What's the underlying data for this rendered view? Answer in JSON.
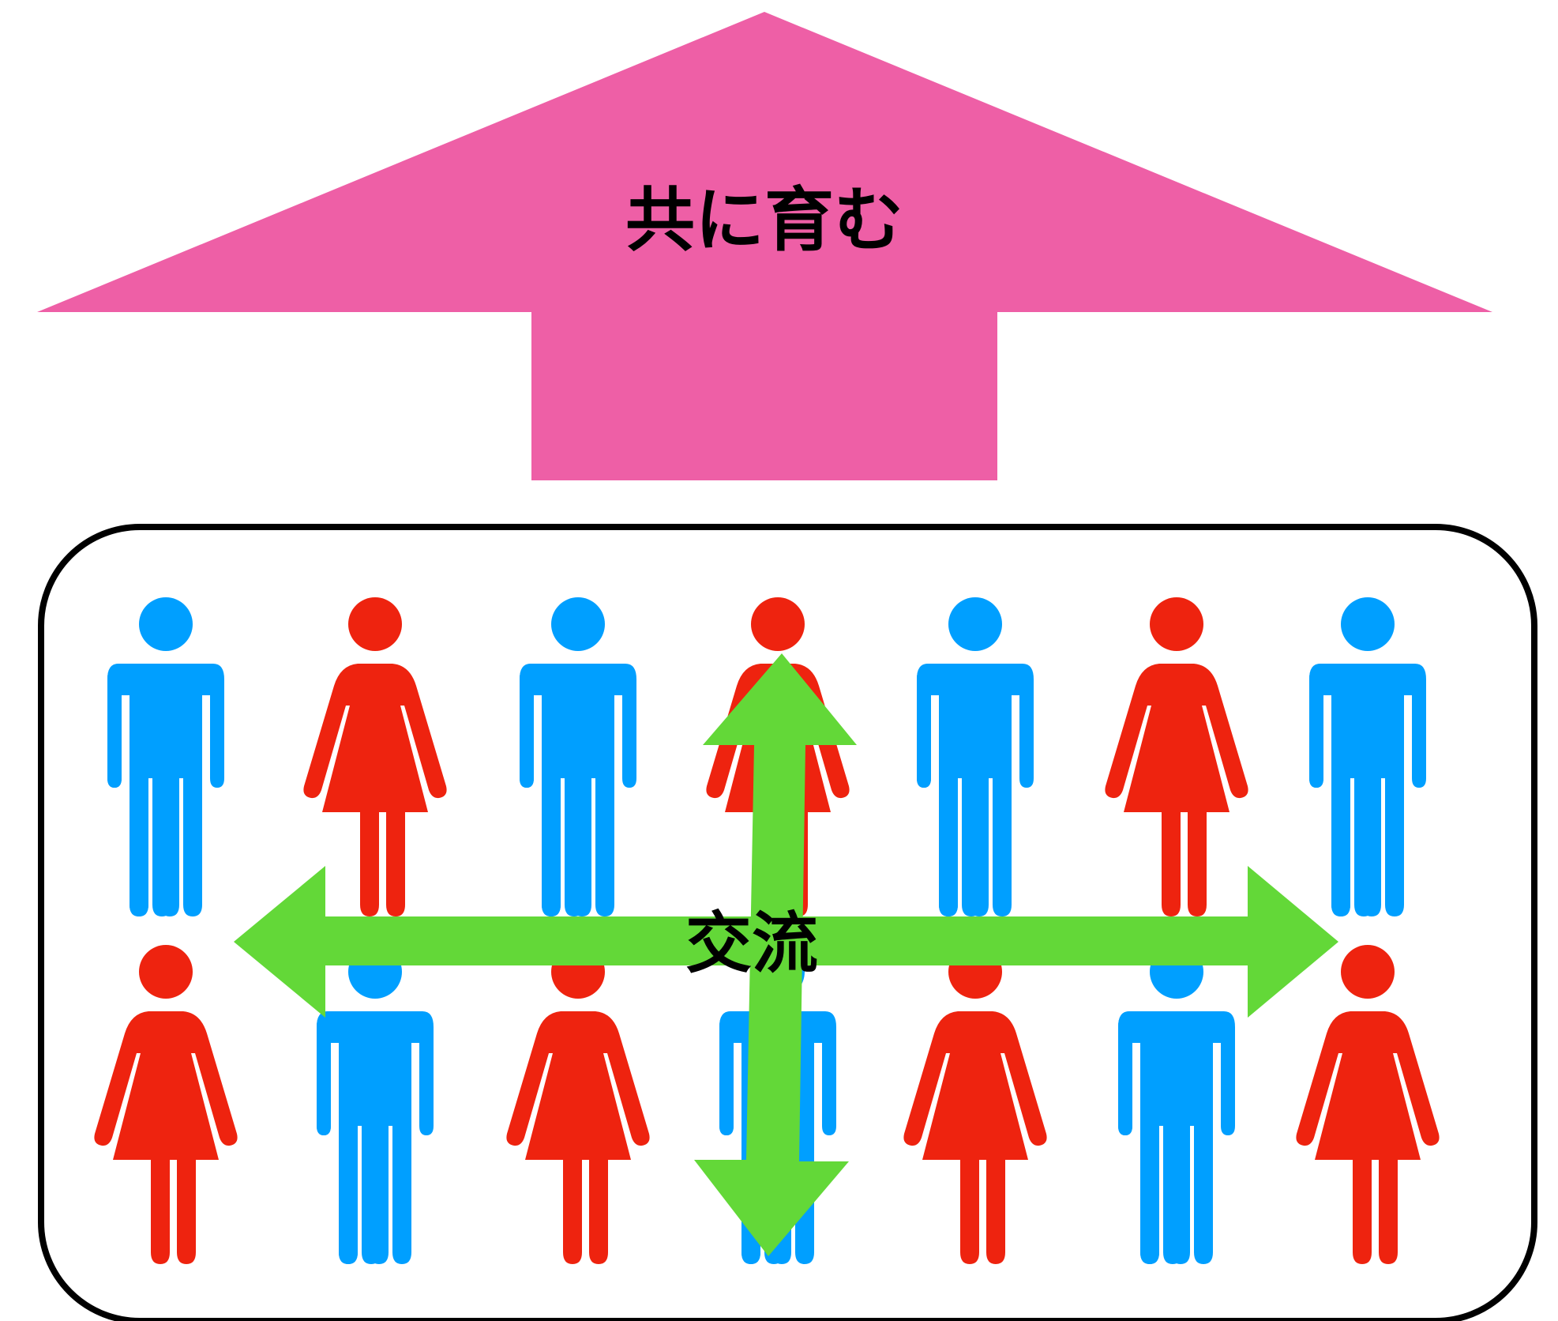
{
  "top_arrow": {
    "label": "共に育む",
    "color": "#EE5FA6"
  },
  "center": {
    "label": "交流",
    "arrow_color": "#63D838"
  },
  "frame": {
    "border_color": "#000000",
    "background": "#FFFFFF"
  },
  "people_colors": {
    "male": "#009FFF",
    "female": "#EE230F"
  },
  "rows": [
    [
      "male",
      "female",
      "male",
      "female",
      "male",
      "female",
      "male"
    ],
    [
      "female",
      "male",
      "female",
      "male",
      "female",
      "male",
      "female"
    ]
  ]
}
